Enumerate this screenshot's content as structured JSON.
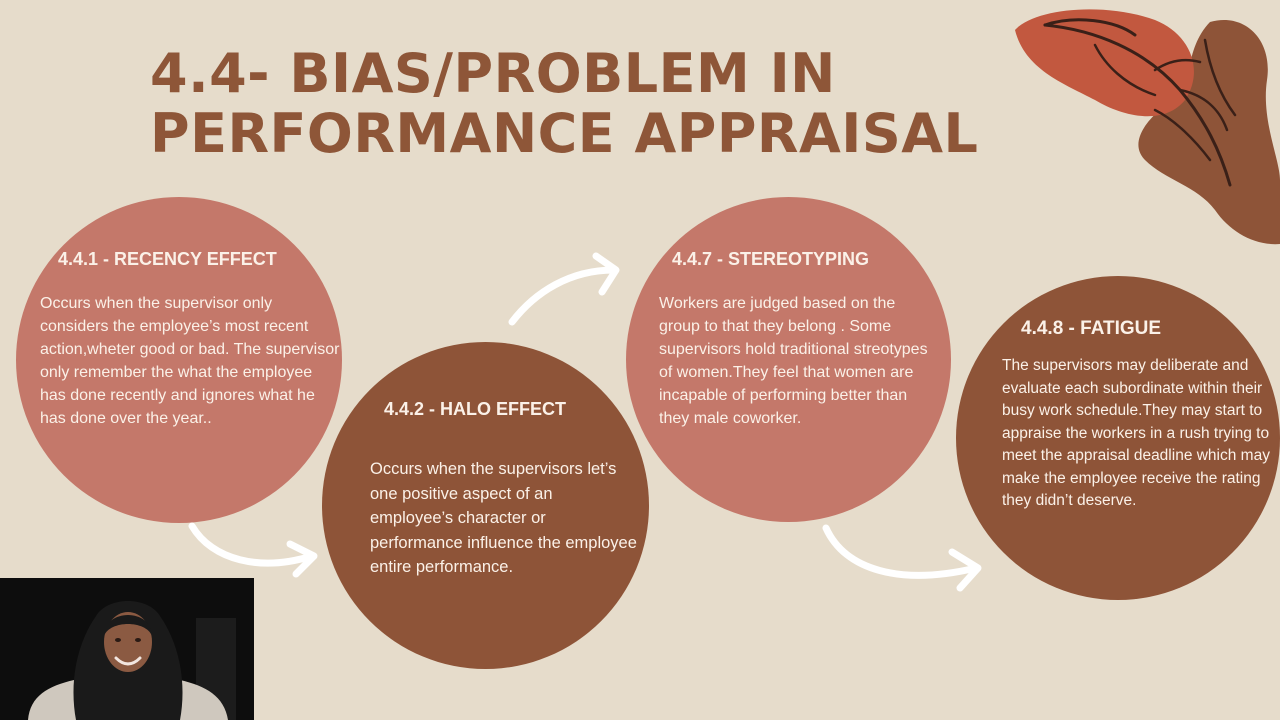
{
  "slide": {
    "title": "4.4- BIAS/PROBLEM IN PERFORMANCE APPRAISAL",
    "colors": {
      "background": "#e6dccb",
      "title": "#8e5638",
      "circle_light": "#c4786a",
      "circle_dark": "#8e5438",
      "text_on_circle": "#fbf1e8"
    },
    "items": [
      {
        "heading": "4.4.1 - RECENCY EFFECT",
        "body": "Occurs when the supervisor only considers the employee’s most recent action,wheter good or bad. The supervisor only remember the what the employee has done recently and ignores what he has done over the year.."
      },
      {
        "heading": "4.4.2 - HALO EFFECT",
        "body": "Occurs when the supervisors let’s one positive aspect of an employee’s character or performance influence the employee entire performance."
      },
      {
        "heading": "4.4.7 - STEREOTYPING",
        "body": "Workers are judged based on the group to that they belong . Some supervisors hold traditional streotypes of women.They feel that women are incapable of performing better than they male coworker."
      },
      {
        "heading": "4.4.8 - FATIGUE",
        "body": "The supervisors may deliberate and evaluate each subordinate within their busy work schedule.They may start to appraise the workers in a rush trying to meet the appraisal deadline which may make the employee receive the rating they didn’t deserve."
      }
    ],
    "decorations": {
      "leaf_icon": "leaf-icon",
      "arrow_icon": "curved-arrow-icon"
    }
  },
  "webcam": {
    "icon": "presenter-video-icon"
  }
}
